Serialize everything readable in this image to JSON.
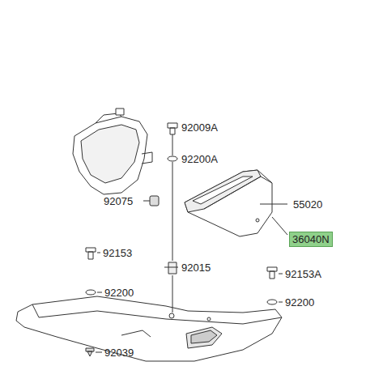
{
  "diagram": {
    "nodes": [
      {
        "text": [
          "36040N"
        ]
      }
    ],
    "labels": [
      "92009A",
      "92200A",
      "92075",
      "55020",
      "92153",
      "92015",
      "92153A",
      "92200",
      "92200",
      "92039"
    ]
  }
}
